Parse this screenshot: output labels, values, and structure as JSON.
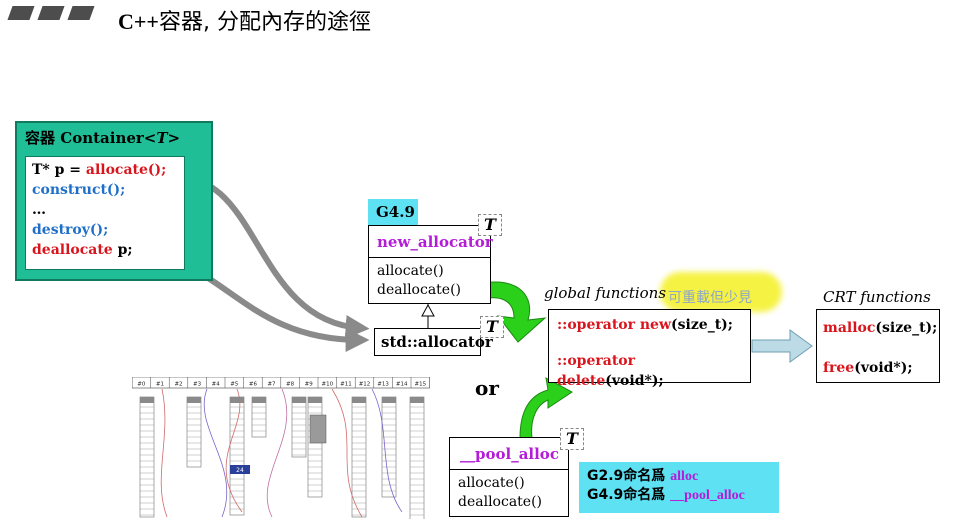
{
  "title": {
    "num": "C++",
    "rest": "容器, 分配內存的途徑"
  },
  "container": {
    "title_cn": "容器",
    "title_en": "Container<",
    "title_t": "T",
    "title_close": ">",
    "code": [
      {
        "a": "T* p = ",
        "b": "allocate();",
        "c": ""
      },
      {
        "a": "",
        "b": "construct();",
        "c": ""
      },
      {
        "a": "…",
        "b": "",
        "c": ""
      },
      {
        "a": "",
        "b": "destroy();",
        "c": ""
      },
      {
        "a": "",
        "b": "deallocate",
        "c": " p;"
      }
    ]
  },
  "g49_tag": "G4.9",
  "new_allocator": {
    "name": "new_allocator",
    "op1": "allocate()",
    "op2": "deallocate()",
    "tparam": "T"
  },
  "std_allocator": {
    "name": "std::allocator",
    "tparam": "T"
  },
  "or_label": "or",
  "pool_alloc": {
    "name": "__pool_alloc",
    "op1": "allocate()",
    "op2": "deallocate()",
    "tparam": "T"
  },
  "rename_note": {
    "line1_a": "G2.9命名爲 ",
    "line1_b": "alloc",
    "line2_a": "G4.9命名爲 ",
    "line2_b": "__pool_alloc"
  },
  "global_functions": {
    "label": "global functions",
    "note": "可重載但少見",
    "new_prefix": "::operator new",
    "new_args": "(size_t);",
    "delete_prefix": "::operator delete",
    "delete_args": "(void*);"
  },
  "crt_functions": {
    "label": "CRT functions",
    "malloc": "malloc",
    "malloc_args": "(size_t);",
    "free": "free",
    "free_args": "(void*);"
  },
  "pool_diagram": {
    "slots": [
      "#0",
      "#1",
      "#2",
      "#3",
      "#4",
      "#5",
      "#6",
      "#7",
      "#8",
      "#9",
      "#10",
      "#11",
      "#12",
      "#13",
      "#14",
      "#15"
    ],
    "badge": "24"
  },
  "colors": {
    "container_bg": "#1fbe96",
    "tag_bg": "#5ee1f2",
    "arrow_green": "#2bd01b",
    "highlight": "#f5f23a",
    "keyword_red": "#d8141c",
    "keyword_blue": "#1f6fc9",
    "keyword_purple": "#b41cd8"
  }
}
